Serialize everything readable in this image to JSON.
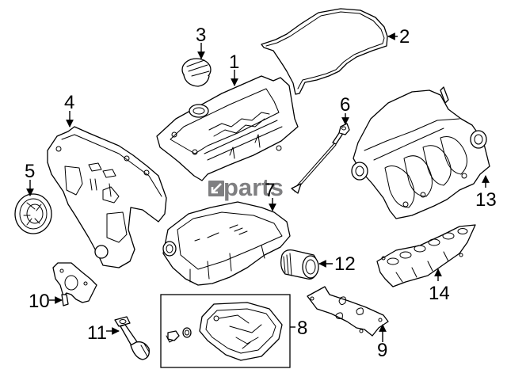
{
  "diagram": {
    "title": "Engine Parts Exploded Diagram",
    "watermark": "parts",
    "watermark_logo_icon": "arrow-down-left-box-icon",
    "callouts": [
      {
        "id": "1",
        "part": "valve-cover"
      },
      {
        "id": "2",
        "part": "valve-cover-gasket"
      },
      {
        "id": "3",
        "part": "oil-filler-cap"
      },
      {
        "id": "4",
        "part": "timing-cover"
      },
      {
        "id": "5",
        "part": "crankshaft-pulley"
      },
      {
        "id": "6",
        "part": "oil-dipstick"
      },
      {
        "id": "7",
        "part": "upper-oil-pan"
      },
      {
        "id": "8",
        "part": "lower-oil-pan-kit"
      },
      {
        "id": "9",
        "part": "intake-manifold-gasket"
      },
      {
        "id": "10",
        "part": "oil-pump"
      },
      {
        "id": "11",
        "part": "oil-pickup-tube"
      },
      {
        "id": "12",
        "part": "oil-filter"
      },
      {
        "id": "13",
        "part": "upper-intake-manifold"
      },
      {
        "id": "14",
        "part": "lower-intake-manifold"
      }
    ]
  }
}
